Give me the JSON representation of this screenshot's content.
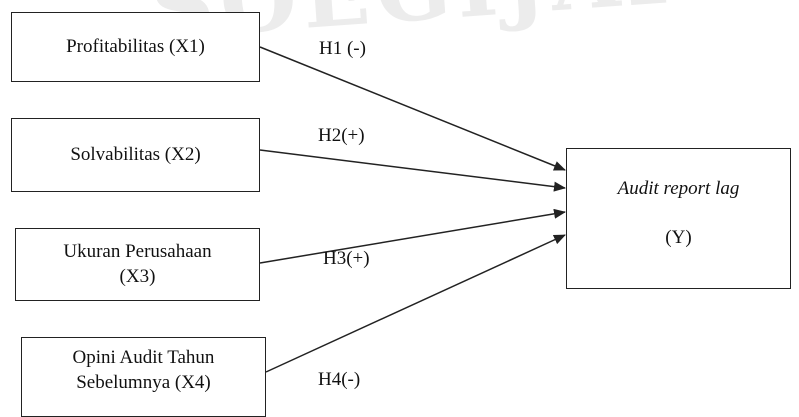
{
  "diagram": {
    "watermark": "SOEGIJAPRANATA",
    "nodes": {
      "x1": {
        "label": "Profitabilitas (X1)"
      },
      "x2": {
        "label": "Solvabilitas (X2)"
      },
      "x3": {
        "line1": "Ukuran Perusahaan",
        "line2": "(X3)"
      },
      "x4": {
        "line1": "Opini Audit Tahun",
        "line2": "Sebelumnya (X4)"
      },
      "y": {
        "title": "Audit report lag",
        "code": "(Y)"
      }
    },
    "edges": [
      {
        "from": "x1",
        "to": "y",
        "label": "H1 (-)"
      },
      {
        "from": "x2",
        "to": "y",
        "label": "H2(+)"
      },
      {
        "from": "x3",
        "to": "y",
        "label": "H3(+)"
      },
      {
        "from": "x4",
        "to": "y",
        "label": "H4(-)"
      }
    ],
    "colors": {
      "line": "#222222",
      "watermark": "#ececec"
    }
  }
}
